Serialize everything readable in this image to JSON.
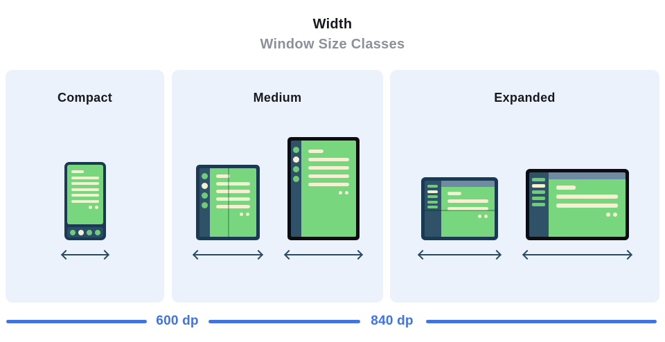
{
  "header": {
    "title": "Width",
    "subtitle": "Window Size Classes"
  },
  "panels": [
    {
      "label": "Compact",
      "devices": [
        "phone-portrait"
      ]
    },
    {
      "label": "Medium",
      "devices": [
        "foldable-portrait",
        "tablet-portrait"
      ]
    },
    {
      "label": "Expanded",
      "devices": [
        "foldable-landscape",
        "tablet-landscape"
      ]
    }
  ],
  "scale": {
    "breakpoints": [
      "600 dp",
      "840 dp"
    ]
  },
  "colors": {
    "accent_blue": "#4273e2",
    "panel_bg": "#ebf2fb",
    "frame_navy": "#1b3a52",
    "frame_black": "#0b0d10",
    "rail_slate": "#2f5269",
    "nav_inner": "#2a4c66",
    "screen_green": "#77d67e",
    "item_green": "#6fcd79",
    "cream": "#f4f1d3",
    "topbar_blue_gray": "#6f8ba3",
    "arrow_navy": "#274a64",
    "title_black": "#17191c",
    "subtitle_gray": "#8b9198"
  }
}
